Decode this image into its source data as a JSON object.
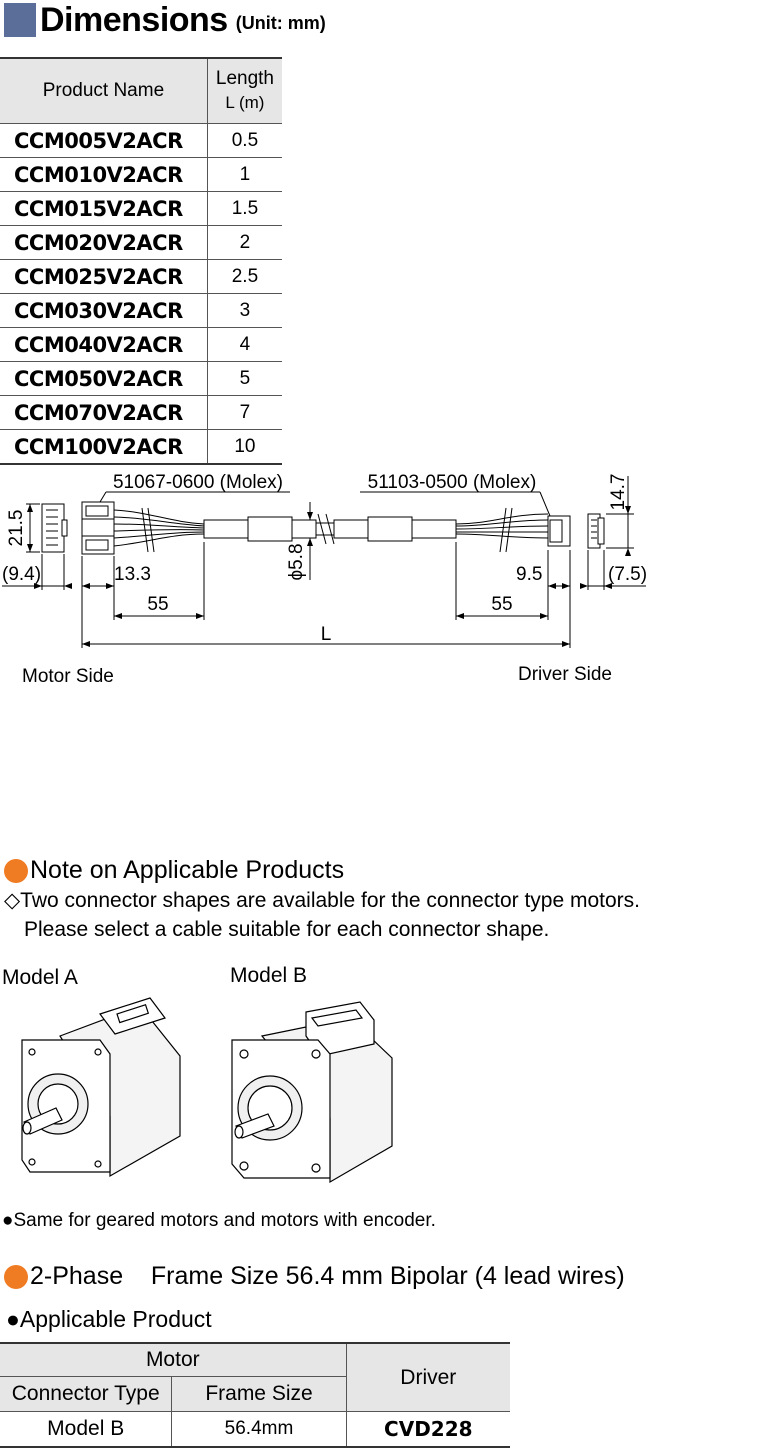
{
  "header": {
    "title": "Dimensions",
    "unit": "(Unit: mm)"
  },
  "product_table": {
    "col_name": "Product Name",
    "col_length_1": "Length",
    "col_length_2": "L (m)",
    "rows": [
      {
        "name": "CCM005V2ACR",
        "length": "0.5"
      },
      {
        "name": "CCM010V2ACR",
        "length": "1"
      },
      {
        "name": "CCM015V2ACR",
        "length": "1.5"
      },
      {
        "name": "CCM020V2ACR",
        "length": "2"
      },
      {
        "name": "CCM025V2ACR",
        "length": "2.5"
      },
      {
        "name": "CCM030V2ACR",
        "length": "3"
      },
      {
        "name": "CCM040V2ACR",
        "length": "4"
      },
      {
        "name": "CCM050V2ACR",
        "length": "5"
      },
      {
        "name": "CCM070V2ACR",
        "length": "7"
      },
      {
        "name": "CCM100V2ACR",
        "length": "10"
      }
    ]
  },
  "diagram": {
    "connector_motor": "51067-0600 (Molex)",
    "connector_driver": "51103-0500 (Molex)",
    "dim_21_5": "21.5",
    "dim_9_4": "(9.4)",
    "dim_13_3": "13.3",
    "dim_55_left": "55",
    "dim_phi": "ϕ5.8",
    "dim_9_5": "9.5",
    "dim_55_right": "55",
    "dim_14_7": "14.7",
    "dim_7_5": "(7.5)",
    "dim_L": "L",
    "motor_side": "Motor Side",
    "driver_side": "Driver Side"
  },
  "note": {
    "title": "Note on Applicable Products",
    "line1": "◇Two connector shapes are available for the connector type motors.",
    "line2": "Please select a cable suitable for each connector shape.",
    "model_a": "Model A",
    "model_b": "Model B",
    "bullet": "●Same for geared motors and motors with encoder."
  },
  "phase": {
    "title": "2-Phase    Frame Size 56.4 mm Bipolar (4 lead wires)",
    "sub": "●Applicable Product",
    "table": {
      "motor": "Motor",
      "driver": "Driver",
      "connector_type": "Connector Type",
      "frame_size": "Frame Size",
      "row": {
        "connector_type": "Model B",
        "frame_size": "56.4mm",
        "driver": "CVD228"
      }
    }
  }
}
